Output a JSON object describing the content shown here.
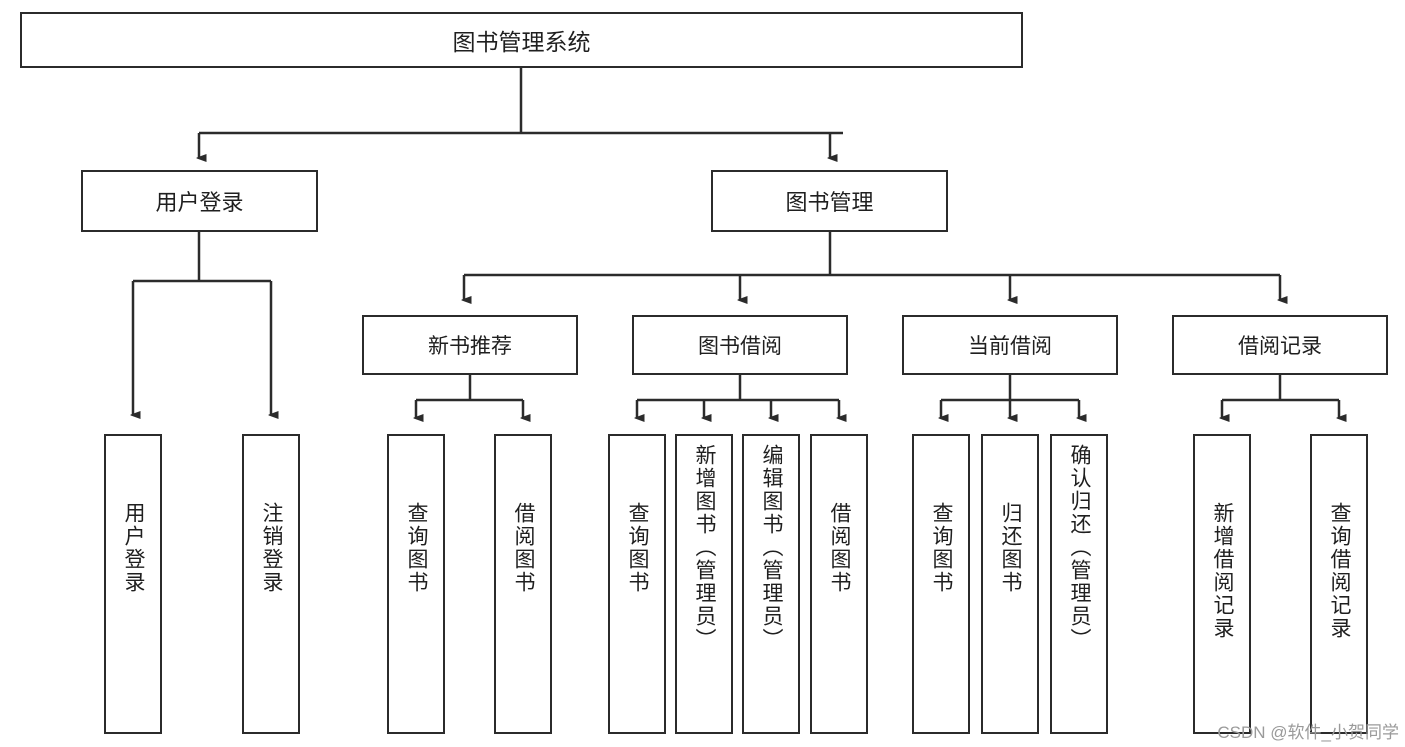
{
  "diagram": {
    "title": "图书管理系统",
    "type": "tree-hierarchy",
    "orientation": "top-down",
    "line_color": "#2b2b2b",
    "box_fill": "#ffffff",
    "text_color": "#1f1f1f"
  },
  "root": {
    "label": "图书管理系统"
  },
  "level2": [
    {
      "label": "用户登录"
    },
    {
      "label": "图书管理"
    }
  ],
  "level3": [
    {
      "label": "新书推荐"
    },
    {
      "label": "图书借阅"
    },
    {
      "label": "当前借阅"
    },
    {
      "label": "借阅记录"
    }
  ],
  "leaves": {
    "user_login": [
      {
        "label": "用户登录"
      },
      {
        "label": "注销登录"
      }
    ],
    "new_book_recommend": [
      {
        "label": "查询图书"
      },
      {
        "label": "借阅图书"
      }
    ],
    "book_borrow": [
      {
        "label": "查询图书"
      },
      {
        "label": "新增图书（管理员）"
      },
      {
        "label": "编辑图书（管理员）"
      },
      {
        "label": "借阅图书"
      }
    ],
    "current_borrow": [
      {
        "label": "查询图书"
      },
      {
        "label": "归还图书"
      },
      {
        "label": "确认归还（管理员）"
      }
    ],
    "borrow_record": [
      {
        "label": "新增借阅记录"
      },
      {
        "label": "查询借阅记录"
      }
    ]
  },
  "watermark": {
    "text": "CSDN @软件_小贺同学"
  }
}
